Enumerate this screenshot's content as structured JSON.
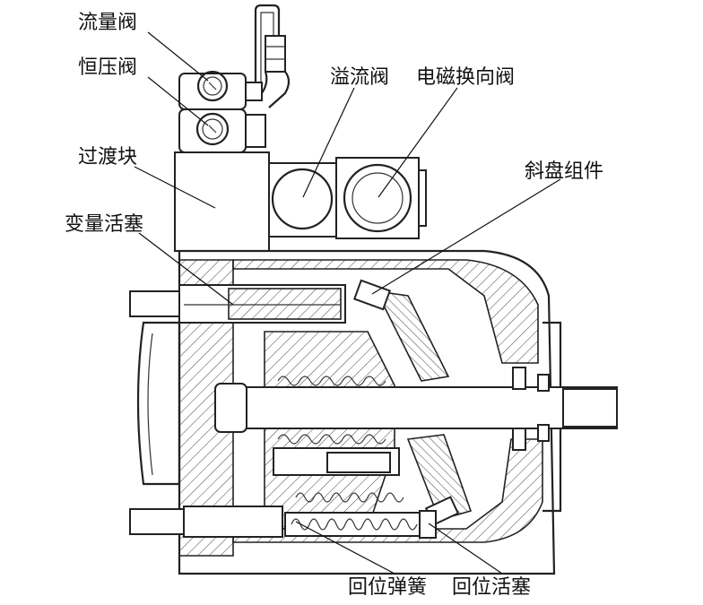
{
  "labels": {
    "flow_valve": "流量阀",
    "const_pressure_valve": "恒压阀",
    "transition_block": "过渡块",
    "variable_piston": "变量活塞",
    "relief_valve": "溢流阀",
    "solenoid_valve": "电磁换向阀",
    "swashplate_assembly": "斜盘组件",
    "return_spring": "回位弹簧",
    "return_piston": "回位活塞"
  }
}
